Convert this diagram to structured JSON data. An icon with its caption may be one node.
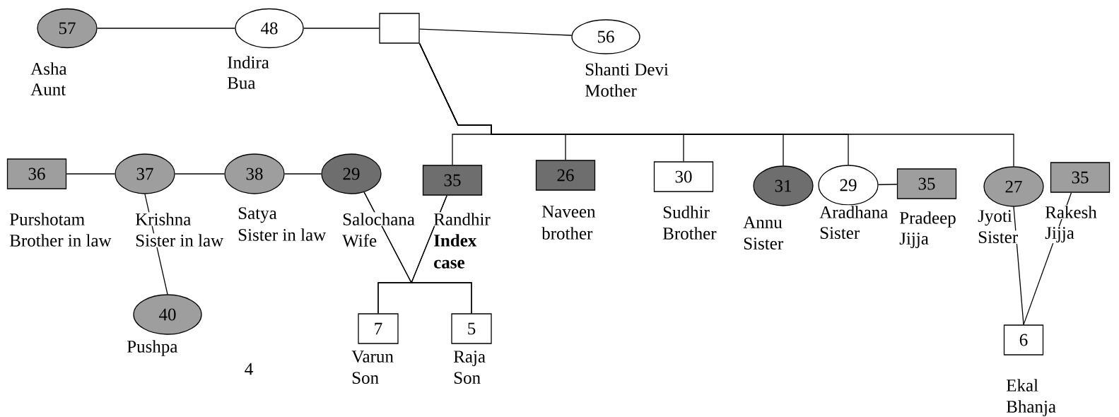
{
  "diagram": {
    "nodes": [
      {
        "text": [
          "57"
        ],
        "beside": [
          "Asha",
          "Aunt"
        ]
      },
      {
        "text": [
          "48"
        ],
        "beside": [
          "Indira",
          "Bua"
        ]
      },
      {
        "text": [],
        "shape": "box"
      },
      {
        "text": [
          "56"
        ],
        "beside": [
          "Shanti Devi",
          "Mother"
        ]
      },
      {
        "text": [
          "36"
        ],
        "beside": [
          "Purshotam",
          "Brother in law"
        ]
      },
      {
        "text": [
          "37"
        ],
        "beside": [
          "Krishna",
          "Sister in law"
        ]
      },
      {
        "text": [
          "38"
        ],
        "beside": [
          "Satya",
          "Sister in law"
        ]
      },
      {
        "text": [
          "29"
        ],
        "beside": [
          "Salochana",
          "Wife"
        ]
      },
      {
        "text": [
          "35"
        ],
        "beside": [
          "Randhir",
          "Index case"
        ]
      },
      {
        "text": [
          "26"
        ],
        "beside": [
          "Naveen",
          "brother"
        ]
      },
      {
        "text": [
          "30"
        ],
        "beside": [
          "Sudhir",
          "Brother"
        ]
      },
      {
        "text": [
          "31"
        ],
        "beside": [
          "Annu",
          "Sister"
        ]
      },
      {
        "text": [
          "29"
        ],
        "beside": [
          "Aradhana",
          "Sister"
        ]
      },
      {
        "text": [
          "35"
        ],
        "beside": [
          "Pradeep",
          "Jijja"
        ]
      },
      {
        "text": [
          "27"
        ],
        "beside": [
          "Jyoti",
          "Sister"
        ]
      },
      {
        "text": [
          "35"
        ],
        "beside": [
          "Rakesh",
          "Jijja"
        ]
      },
      {
        "text": [
          "40"
        ],
        "beside": [
          "Pushpa"
        ]
      },
      {
        "text": [
          "7"
        ],
        "beside": [
          "Varun",
          "Son"
        ]
      },
      {
        "text": [
          "5"
        ],
        "beside": [
          "Raja",
          "Son"
        ]
      },
      {
        "text": [
          "6"
        ],
        "beside": [
          "Ekal",
          "Bhanja"
        ]
      }
    ],
    "edges": [
      {
        "from": 0,
        "to": 1,
        "arrow": "none"
      },
      {
        "from": 1,
        "to": 2,
        "arrow": "none"
      },
      {
        "from": 2,
        "to": 3,
        "arrow": "none"
      },
      {
        "from": 2,
        "to": 8,
        "arrow": "none"
      },
      {
        "from": 2,
        "to": 9,
        "arrow": "none"
      },
      {
        "from": 2,
        "to": 10,
        "arrow": "none"
      },
      {
        "from": 2,
        "to": 11,
        "arrow": "none"
      },
      {
        "from": 2,
        "to": 12,
        "arrow": "none"
      },
      {
        "from": 2,
        "to": 14,
        "arrow": "none"
      },
      {
        "from": 4,
        "to": 5,
        "arrow": "none"
      },
      {
        "from": 5,
        "to": 6,
        "arrow": "none"
      },
      {
        "from": 6,
        "to": 7,
        "arrow": "none"
      },
      {
        "from": 5,
        "to": 16,
        "arrow": "none"
      },
      {
        "from": 7,
        "to": 17,
        "arrow": "none"
      },
      {
        "from": 7,
        "to": 18,
        "arrow": "none"
      },
      {
        "from": 8,
        "to": 17,
        "arrow": "none"
      },
      {
        "from": 8,
        "to": 18,
        "arrow": "none"
      },
      {
        "from": 12,
        "to": 13,
        "arrow": "none"
      },
      {
        "from": 14,
        "to": 19,
        "arrow": "none"
      },
      {
        "from": 15,
        "to": 19,
        "arrow": "none"
      }
    ],
    "labels": [
      "4"
    ]
  }
}
